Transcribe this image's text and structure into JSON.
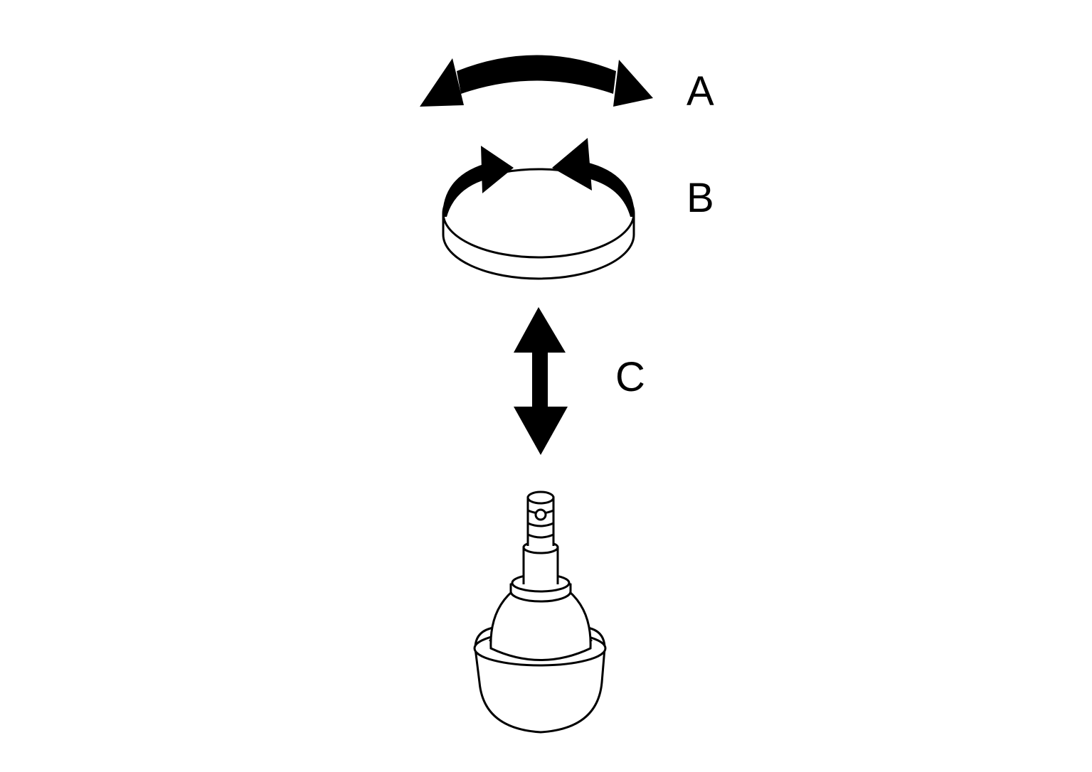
{
  "labels": {
    "a": "A",
    "b": "B",
    "c": "C"
  },
  "colors": {
    "ink": "#000000",
    "paper": "#ffffff"
  },
  "icons": {
    "arrow_a": "curved-double-arrow-icon",
    "arrow_b": "rotation-arrows-icon",
    "arrow_c": "vertical-double-arrow-icon",
    "part": "ball-joint-icon"
  }
}
